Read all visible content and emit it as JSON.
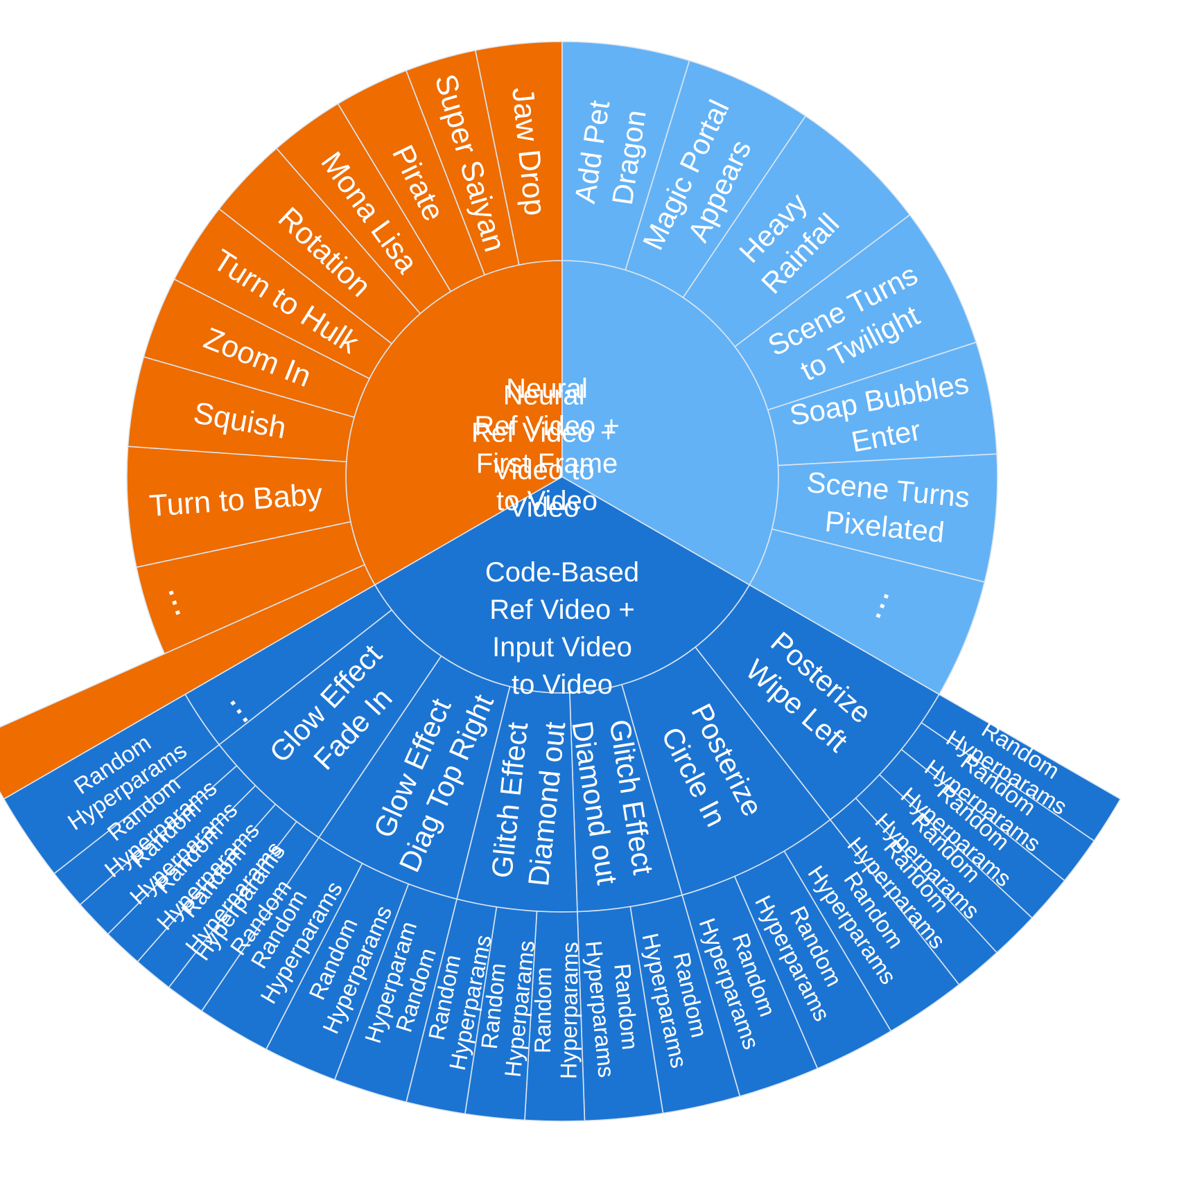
{
  "colors": {
    "orange": "#EE6C00",
    "light_blue": "#63B2F6",
    "dark_blue": "#1C74D2",
    "label": "#FFFFFF",
    "divider": "#DDE6F0"
  },
  "chart_data": {
    "type": "sunburst",
    "levels": 3,
    "groups": [
      {
        "label_lines": [
          "Neural",
          "Ref Video +",
          "First Frame",
          "to Video"
        ],
        "color": "#EE6C00",
        "children": [
          {
            "label_lines": [
              "Jaw Drop"
            ]
          },
          {
            "label_lines": [
              "Super Saiyan"
            ]
          },
          {
            "label_lines": [
              "Pirate"
            ]
          },
          {
            "label_lines": [
              "Mona Lisa"
            ]
          },
          {
            "label_lines": [
              "Rotation"
            ]
          },
          {
            "label_lines": [
              "Turn to Hulk"
            ]
          },
          {
            "label_lines": [
              "Zoom In"
            ]
          },
          {
            "label_lines": [
              "Squish"
            ]
          },
          {
            "label_lines": [
              "Turn to Baby"
            ]
          },
          {
            "label_lines": [
              "..."
            ]
          }
        ],
        "extra_children": [
          {
            "label_lines": [
              "..."
            ]
          }
        ]
      },
      {
        "label_lines": [
          "Neural",
          "Ref Video +",
          "Video to",
          "Video"
        ],
        "color": "#63B2F6",
        "children": [
          {
            "label_lines": [
              "Add Pet",
              "Dragon"
            ]
          },
          {
            "label_lines": [
              "Magic Portal",
              "Appears"
            ]
          },
          {
            "label_lines": [
              "Heavy",
              "Rainfall"
            ]
          },
          {
            "label_lines": [
              "Scene Turns",
              "to Twilight"
            ]
          },
          {
            "label_lines": [
              "Soap Bubbles",
              "Enter"
            ]
          },
          {
            "label_lines": [
              "Scene Turns",
              "Pixelated"
            ]
          },
          {
            "label_lines": [
              "..."
            ]
          }
        ]
      },
      {
        "label_lines": [
          "Code-Based",
          "Ref Video +",
          "Input Video",
          "to Video"
        ],
        "color": "#1C74D2",
        "children": [
          {
            "label_lines": [
              "Posterize",
              "Wipe Left"
            ],
            "children": 5
          },
          {
            "label_lines": [
              "Posterize",
              "Circle In"
            ],
            "children": 3
          },
          {
            "label_lines": [
              "Glitch Effect",
              "Diamond out"
            ],
            "children": 2
          },
          {
            "label_lines": [
              "Glitch Effect",
              "Diamond out"
            ],
            "children": 3
          },
          {
            "label_lines": [
              "Glow Effect",
              "Diag Top Right"
            ],
            "children": 3
          },
          {
            "label_lines": [
              "Glow Effect",
              "Fade In"
            ],
            "children": 5
          },
          {
            "label_lines": [
              "..."
            ]
          }
        ],
        "outer_leaf_label_lines": [
          "Random",
          "Hyperparams"
        ],
        "outer_leaf_variants": [
          {
            "leaf": 16,
            "label_lines": [
              "Hyperparams",
              "Random"
            ]
          },
          {
            "leaf": 13,
            "label_lines": [
              "Hyperparam",
              "Random"
            ]
          }
        ]
      }
    ]
  }
}
